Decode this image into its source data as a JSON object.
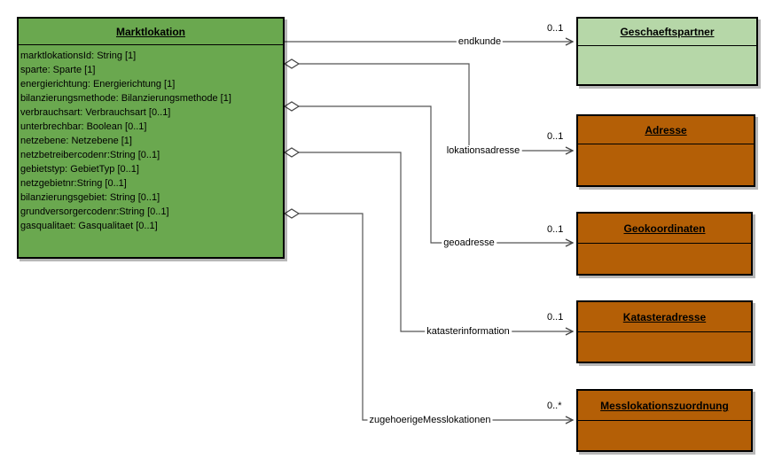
{
  "main_class": {
    "name": "Marktlokation",
    "attributes": [
      "marktlokationsId: String [1]",
      "sparte: Sparte [1]",
      "energierichtung: Energierichtung [1]",
      "bilanzierungsmethode: Bilanzierungsmethode [1]",
      "verbrauchsart: Verbrauchsart  [0..1]",
      "unterbrechbar: Boolean [0..1]",
      "netzebene: Netzebene [1]",
      "netzbetreibercodenr:String [0..1]",
      "gebietstyp: GebietTyp [0..1]",
      "netzgebietnr:String [0..1]",
      "bilanzierungsgebiet: String [0..1]",
      "grundversorgercodenr:String [0..1]",
      "gasqualitaet: Gasqualitaet [0..1]"
    ]
  },
  "targets": [
    {
      "name": "Geschaeftspartner",
      "color": "#b6d7a8"
    },
    {
      "name": "Adresse",
      "color": "#b45f06"
    },
    {
      "name": "Geokoordinaten",
      "color": "#b45f06"
    },
    {
      "name": "Katasteradresse",
      "color": "#b45f06"
    },
    {
      "name": "Messlokationszuordnung",
      "color": "#b45f06"
    }
  ],
  "associations": [
    {
      "role": "endkunde",
      "multiplicity": "0..1",
      "kind": "association"
    },
    {
      "role": "lokationsadresse",
      "multiplicity": "0..1",
      "kind": "aggregation"
    },
    {
      "role": "geoadresse",
      "multiplicity": "0..1",
      "kind": "aggregation"
    },
    {
      "role": "katasterinformation",
      "multiplicity": "0..1",
      "kind": "aggregation"
    },
    {
      "role": "zugehoerigeMesslokationen",
      "multiplicity": "0..*",
      "kind": "aggregation"
    }
  ]
}
